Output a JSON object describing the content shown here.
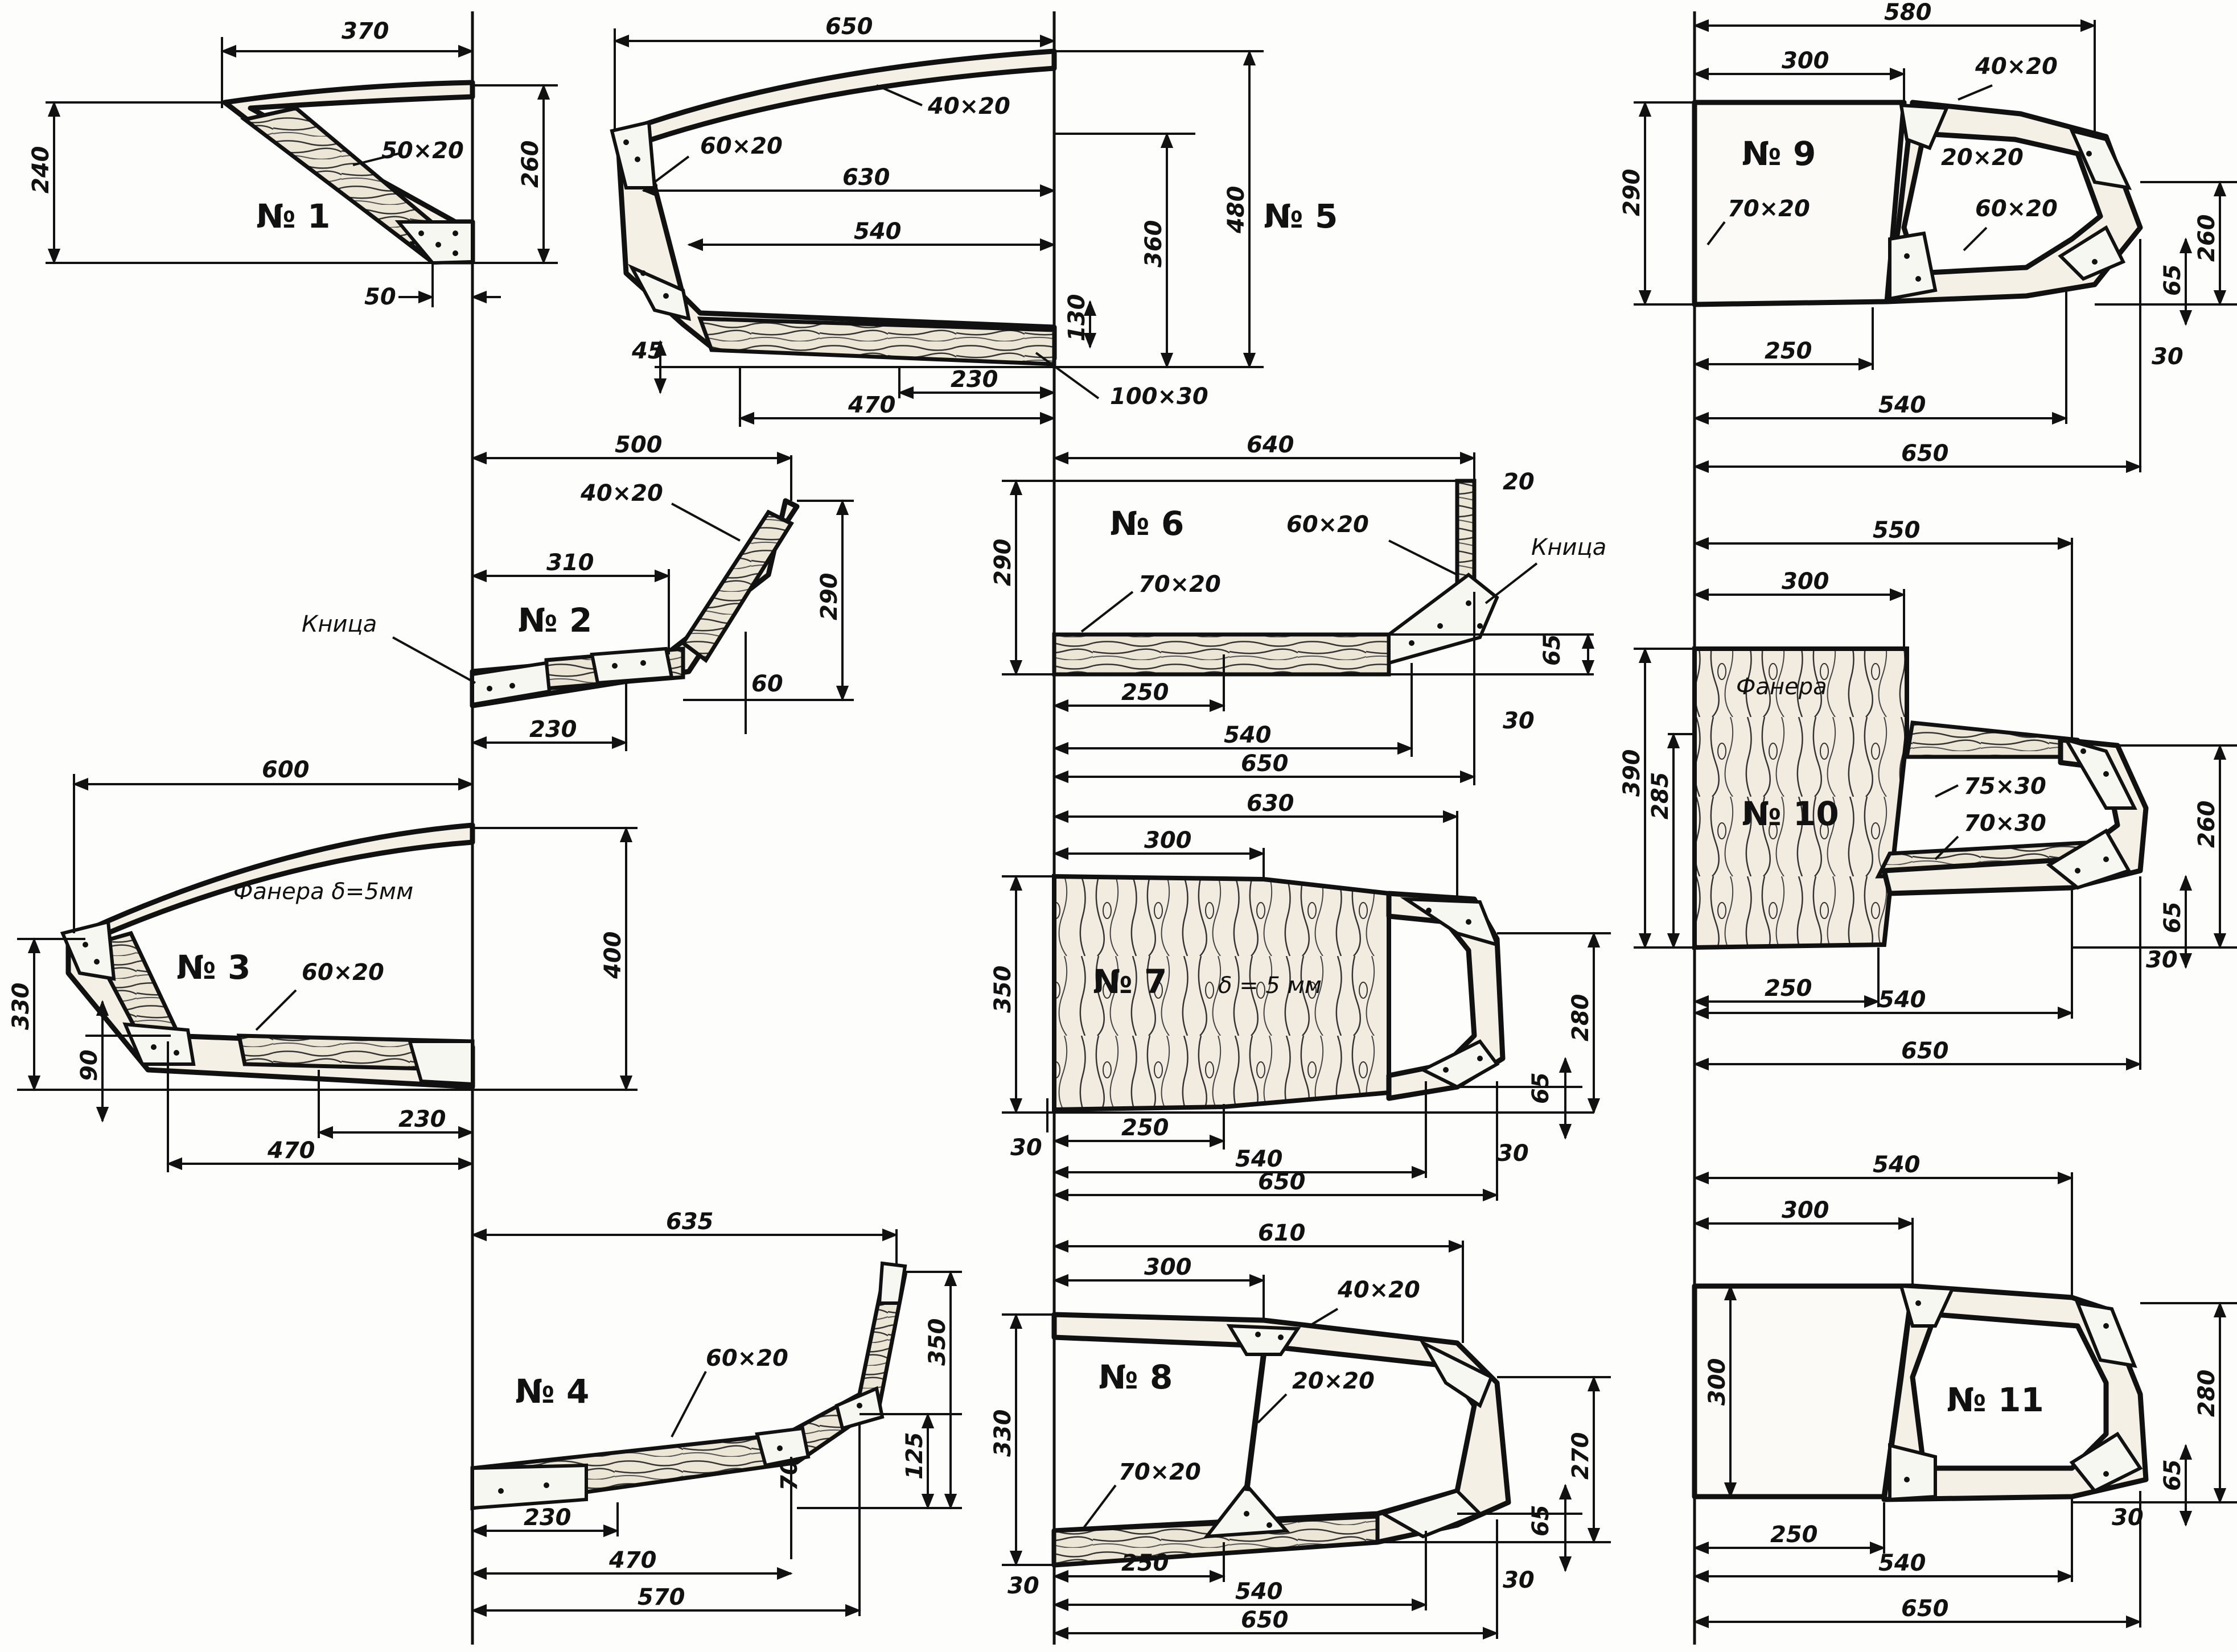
{
  "labels": {
    "frame1": "№ 1",
    "frame2": "№ 2",
    "frame3": "№ 3",
    "frame4": "№ 4",
    "frame5": "№ 5",
    "frame6": "№ 6",
    "frame7": "№ 7",
    "frame8": "№ 8",
    "frame9": "№ 9",
    "frame10": "№ 10",
    "frame11": "№ 11"
  },
  "notes": {
    "knitsa_a": "Кница",
    "knitsa_b": "Кница",
    "plywood_3": "Фанера δ=5мм",
    "plywood_7": "δ = 5 мм",
    "plywood_10": "Фанера"
  },
  "sections": {
    "s1": {
      "w": "370",
      "h_left": "240",
      "h_right": "260",
      "off": "50",
      "member": "50×20"
    },
    "s2": {
      "w": "500",
      "h": "290",
      "inner": "310",
      "bottom": "230",
      "rise": "60",
      "member": "40×20"
    },
    "s3": {
      "w": "600",
      "h_left": "330",
      "h_right": "400",
      "rise": "90",
      "d1": "230",
      "d2": "470",
      "member": "60×20"
    },
    "s4": {
      "w": "635",
      "h": "350",
      "h2": "125",
      "rise": "70",
      "d1": "230",
      "d2": "470",
      "d3": "570",
      "member": "60×20"
    },
    "s5": {
      "w": "650",
      "w2": "630",
      "w3": "540",
      "h1": "360",
      "h2": "480",
      "h3": "130",
      "rise": "45",
      "d1": "230",
      "d2": "470",
      "m1": "40×20",
      "m2": "60×20",
      "m3": "100×30"
    },
    "s6": {
      "w": "640",
      "h": "290",
      "top": "20",
      "d1": "250",
      "d2": "540",
      "d3": "650",
      "h2": "65",
      "rise": "30",
      "m1": "60×20",
      "m2": "70×20"
    },
    "s7": {
      "w": "630",
      "w2": "300",
      "h": "350",
      "h2": "280",
      "h3": "65",
      "d1": "250",
      "d2": "540",
      "d3": "650",
      "rise_l": "30",
      "rise_r": "30"
    },
    "s8": {
      "w": "610",
      "w2": "300",
      "h": "330",
      "h2": "270",
      "h3": "65",
      "d1": "250",
      "d2": "540",
      "d3": "650",
      "rise_l": "30",
      "rise_r": "30",
      "m1": "40×20",
      "m2": "20×20",
      "m3": "70×20"
    },
    "s9": {
      "w": "580",
      "w2": "300",
      "h": "290",
      "h2": "260",
      "h3": "65",
      "d1": "250",
      "d2": "540",
      "d3": "650",
      "rise": "30",
      "m1": "40×20",
      "m2": "20×20",
      "m3": "60×20",
      "m4": "70×20"
    },
    "s10": {
      "w": "550",
      "w2": "300",
      "h": "390",
      "h1": "285",
      "h2": "260",
      "h3": "65",
      "d1": "250",
      "d2": "540",
      "d3": "650",
      "rise": "30",
      "m1": "75×30",
      "m2": "70×30"
    },
    "s11": {
      "w": "540",
      "w2": "300",
      "h": "300",
      "h2": "280",
      "h3": "65",
      "d1": "250",
      "d2": "540",
      "d3": "650",
      "rise": "30"
    }
  }
}
